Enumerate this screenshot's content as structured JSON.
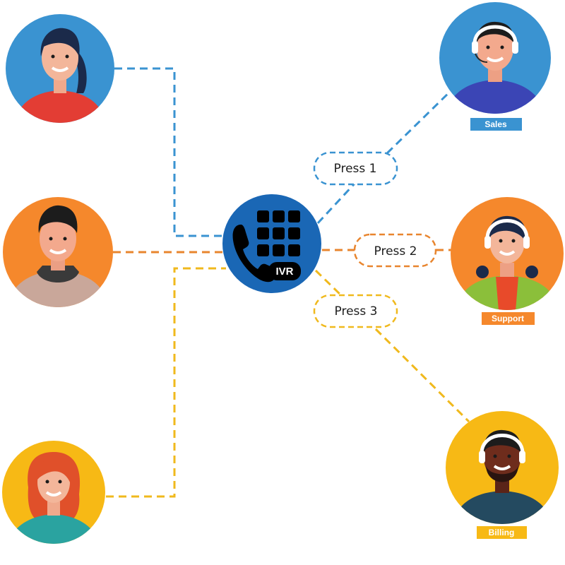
{
  "diagram": {
    "hub": {
      "label": "IVR",
      "icon": "phone-keypad-icon",
      "color": "#1a67b5"
    },
    "options": [
      {
        "label": "Press 1",
        "color": "#3a93d1"
      },
      {
        "label": "Press 2",
        "color": "#e8852e"
      },
      {
        "label": "Press 3",
        "color": "#f0b91d"
      }
    ],
    "departments": [
      {
        "label": "Sales",
        "color": "#3a93d1"
      },
      {
        "label": "Support",
        "color": "#f5882c"
      },
      {
        "label": "Billing",
        "color": "#f7b915"
      }
    ],
    "callers": [
      {
        "icon": "woman-caller-icon",
        "color": "#3a93d1"
      },
      {
        "icon": "man-caller-icon",
        "color": "#f5882c"
      },
      {
        "icon": "redhead-caller-icon",
        "color": "#f7b915"
      }
    ]
  }
}
